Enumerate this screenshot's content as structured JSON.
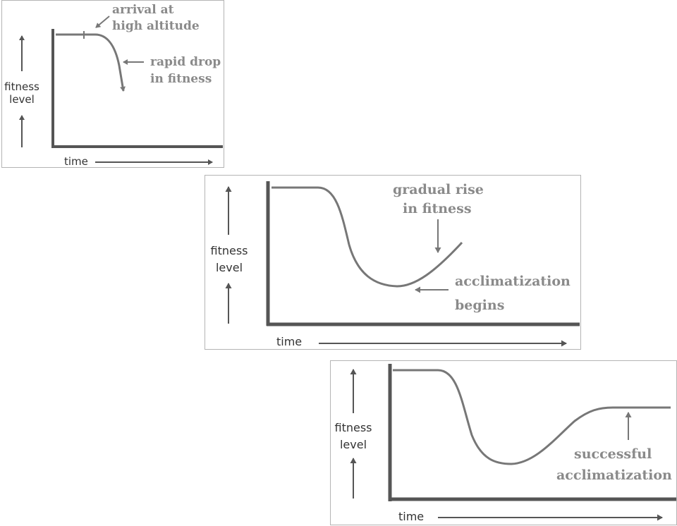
{
  "colors": {
    "axis": "#555555",
    "curve": "#777777",
    "annotation": "#8a8a8a",
    "label": "#333333",
    "panel_border": "#b4b4b4"
  },
  "panels": [
    {
      "ylabel_line1": "fitness",
      "ylabel_line2": "level",
      "xlabel": "time",
      "annotations": [
        {
          "line1": "arrival at",
          "line2": "high altitude"
        },
        {
          "line1": "rapid drop",
          "line2": "in fitness"
        }
      ]
    },
    {
      "ylabel_line1": "fitness",
      "ylabel_line2": "level",
      "xlabel": "time",
      "annotations": [
        {
          "line1": "gradual rise",
          "line2": "in fitness"
        },
        {
          "line1": "acclimatization",
          "line2": "begins"
        }
      ]
    },
    {
      "ylabel_line1": "fitness",
      "ylabel_line2": "level",
      "xlabel": "time",
      "annotations": [
        {
          "line1": "successful",
          "line2": "acclimatization"
        }
      ]
    }
  ]
}
